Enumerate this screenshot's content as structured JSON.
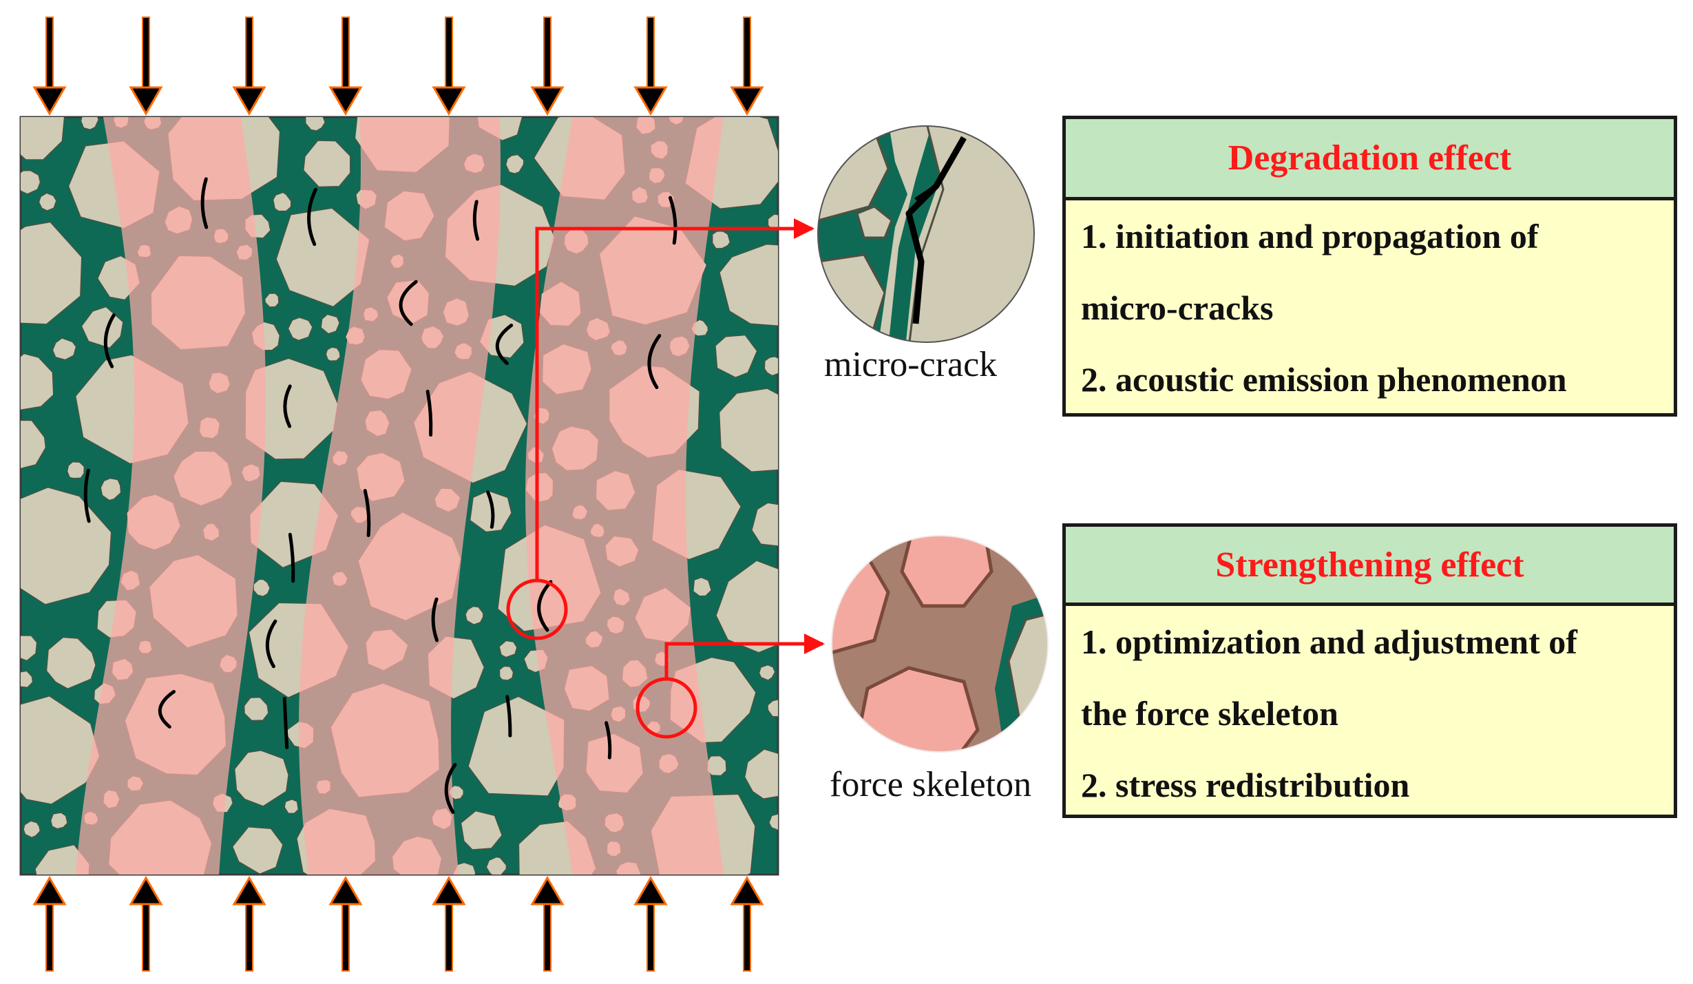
{
  "colors": {
    "matrix": "#0e6a55",
    "aggregate": "#cfcbb5",
    "aggregate_edge": "#4f4f40",
    "band": "#ffaaa6",
    "crack": "#000000",
    "arrow_fill": "#000000",
    "arrow_edge": "#ff6a00",
    "callout": "#ff1010",
    "box_head": "#c2e6c0",
    "box_body": "#ffffc8",
    "title_text": "#ff1a1a"
  },
  "zooms": {
    "micro_crack_label": "micro-crack",
    "force_skeleton_label": "force skeleton"
  },
  "boxes": {
    "degradation": {
      "title": "Degradation effect",
      "lines": [
        " 1. initiation and propagation of",
        "micro-cracks",
        "2. acoustic emission phenomenon"
      ]
    },
    "strengthening": {
      "title": "Strengthening effect",
      "lines": [
        "1. optimization and adjustment of",
        "the force skeleton",
        "2. stress redistribution"
      ]
    }
  }
}
